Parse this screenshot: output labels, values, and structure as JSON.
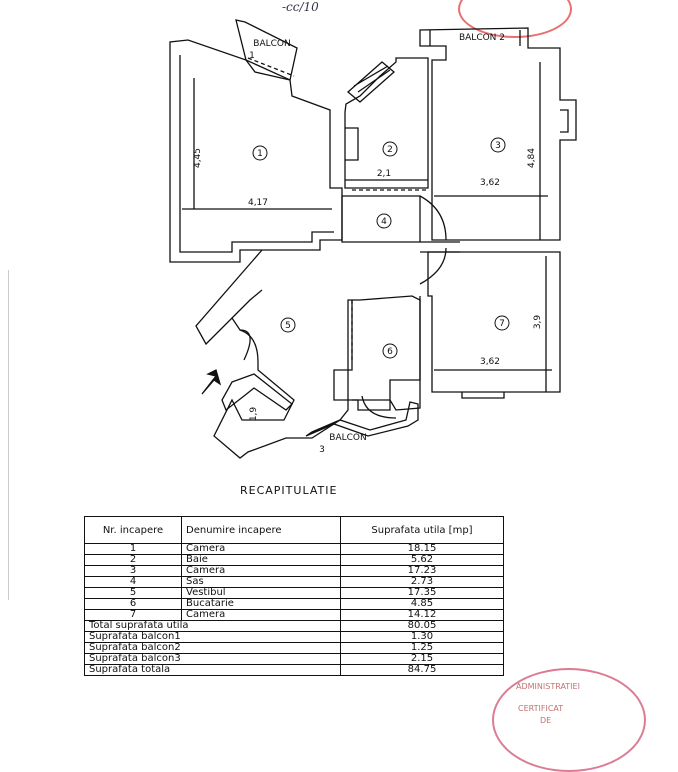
{
  "balconies": {
    "b1": "BALCON",
    "b1_num": "1",
    "b2": "BALCON 2",
    "b3": "BALCON",
    "b3_num": "3"
  },
  "rooms": {
    "r1": "1",
    "r2": "2",
    "r3": "3",
    "r4": "4",
    "r5": "5",
    "r6": "6",
    "r7": "7"
  },
  "dimensions": {
    "d1_h": "4,45",
    "d1_w": "4,17",
    "d2_w": "2,1",
    "d3_w": "3,62",
    "d3_h": "4,84",
    "d7_w": "3,62",
    "d7_h": "3,9",
    "d_entry": "1,9"
  },
  "header_signature": "-cc/10",
  "recap_title": "RECAPITULATIE",
  "table": {
    "headers": [
      "Nr. incapere",
      "Denumire incapere",
      "Suprafata utila [mp]"
    ],
    "rows": [
      {
        "nr": "1",
        "name": "Camera",
        "area": "18.15"
      },
      {
        "nr": "2",
        "name": "Baie",
        "area": "5.62"
      },
      {
        "nr": "3",
        "name": "Camera",
        "area": "17.23"
      },
      {
        "nr": "4",
        "name": "Sas",
        "area": "2.73"
      },
      {
        "nr": "5",
        "name": "Vestibul",
        "area": "17.35"
      },
      {
        "nr": "6",
        "name": "Bucatarie",
        "area": "4.85"
      },
      {
        "nr": "7",
        "name": "Camera",
        "area": "14.12"
      }
    ],
    "totals": [
      {
        "label": "Total suprafata utila",
        "value": "80.05"
      },
      {
        "label": "Suprafata balcon1",
        "value": "1.30"
      },
      {
        "label": "Suprafata balcon2",
        "value": "1.25"
      },
      {
        "label": "Suprafata balcon3",
        "value": "2.15"
      },
      {
        "label": "Suprafata totala",
        "value": "84.75"
      }
    ]
  },
  "stamp": {
    "line1": "ADMINISTRATIEI",
    "line2": "CERTIFICAT",
    "line3": "DE"
  }
}
